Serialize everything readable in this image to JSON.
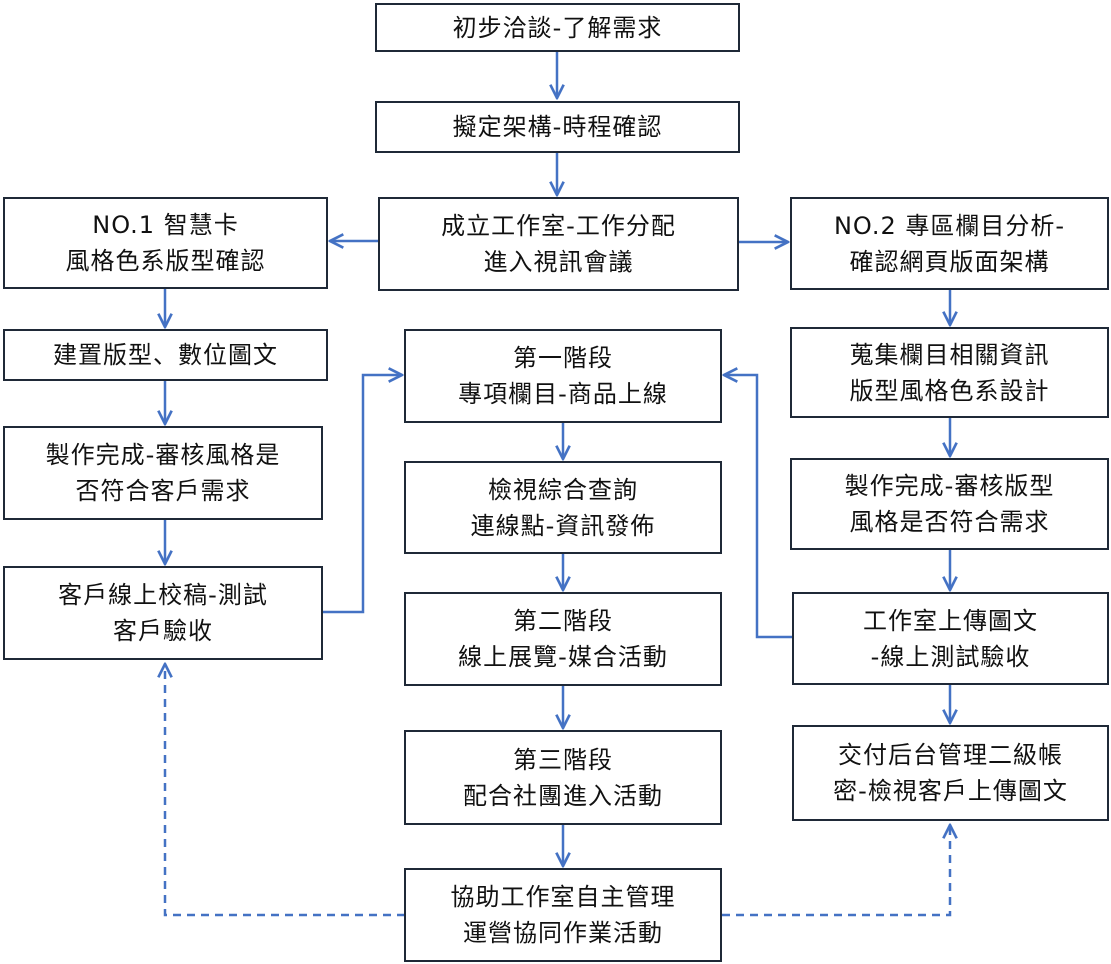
{
  "nodes": {
    "n1": {
      "lines": [
        "初步洽談-了解需求"
      ]
    },
    "n2": {
      "lines": [
        "擬定架構-時程確認"
      ]
    },
    "n3": {
      "lines": [
        "成立工作室-工作分配",
        "進入視訊會議"
      ]
    },
    "l1": {
      "lines": [
        "NO.1 智慧卡",
        "風格色系版型確認"
      ]
    },
    "l2": {
      "lines": [
        "建置版型、數位圖文"
      ]
    },
    "l3": {
      "lines": [
        "製作完成-審核風格是",
        "否符合客戶需求"
      ]
    },
    "l4": {
      "lines": [
        "客戶線上校稿-測試",
        "客戶驗收"
      ]
    },
    "r1": {
      "lines": [
        "NO.2 專區欄目分析-",
        "確認網頁版面架構"
      ]
    },
    "r2": {
      "lines": [
        "蒐集欄目相關資訊",
        "版型風格色系設計"
      ]
    },
    "r3": {
      "lines": [
        "製作完成-審核版型",
        "風格是否符合需求"
      ]
    },
    "r4": {
      "lines": [
        "工作室上傳圖文",
        "-線上測試驗收"
      ]
    },
    "r5": {
      "lines": [
        "交付后台管理二級帳",
        "密-檢視客戶上傳圖文"
      ]
    },
    "c1": {
      "lines": [
        "第一階段",
        "專項欄目-商品上線"
      ]
    },
    "c2": {
      "lines": [
        "檢視綜合查詢",
        "連線點-資訊發佈"
      ]
    },
    "c3": {
      "lines": [
        "第二階段",
        "線上展覽-媒合活動"
      ]
    },
    "c4": {
      "lines": [
        "第三階段",
        "配合社團進入活動"
      ]
    },
    "c5": {
      "lines": [
        "協助工作室自主管理",
        "運營協同作業活動"
      ]
    }
  },
  "colors": {
    "arrow": "#4472c4",
    "border": "#1f2937",
    "text": "#111111"
  }
}
